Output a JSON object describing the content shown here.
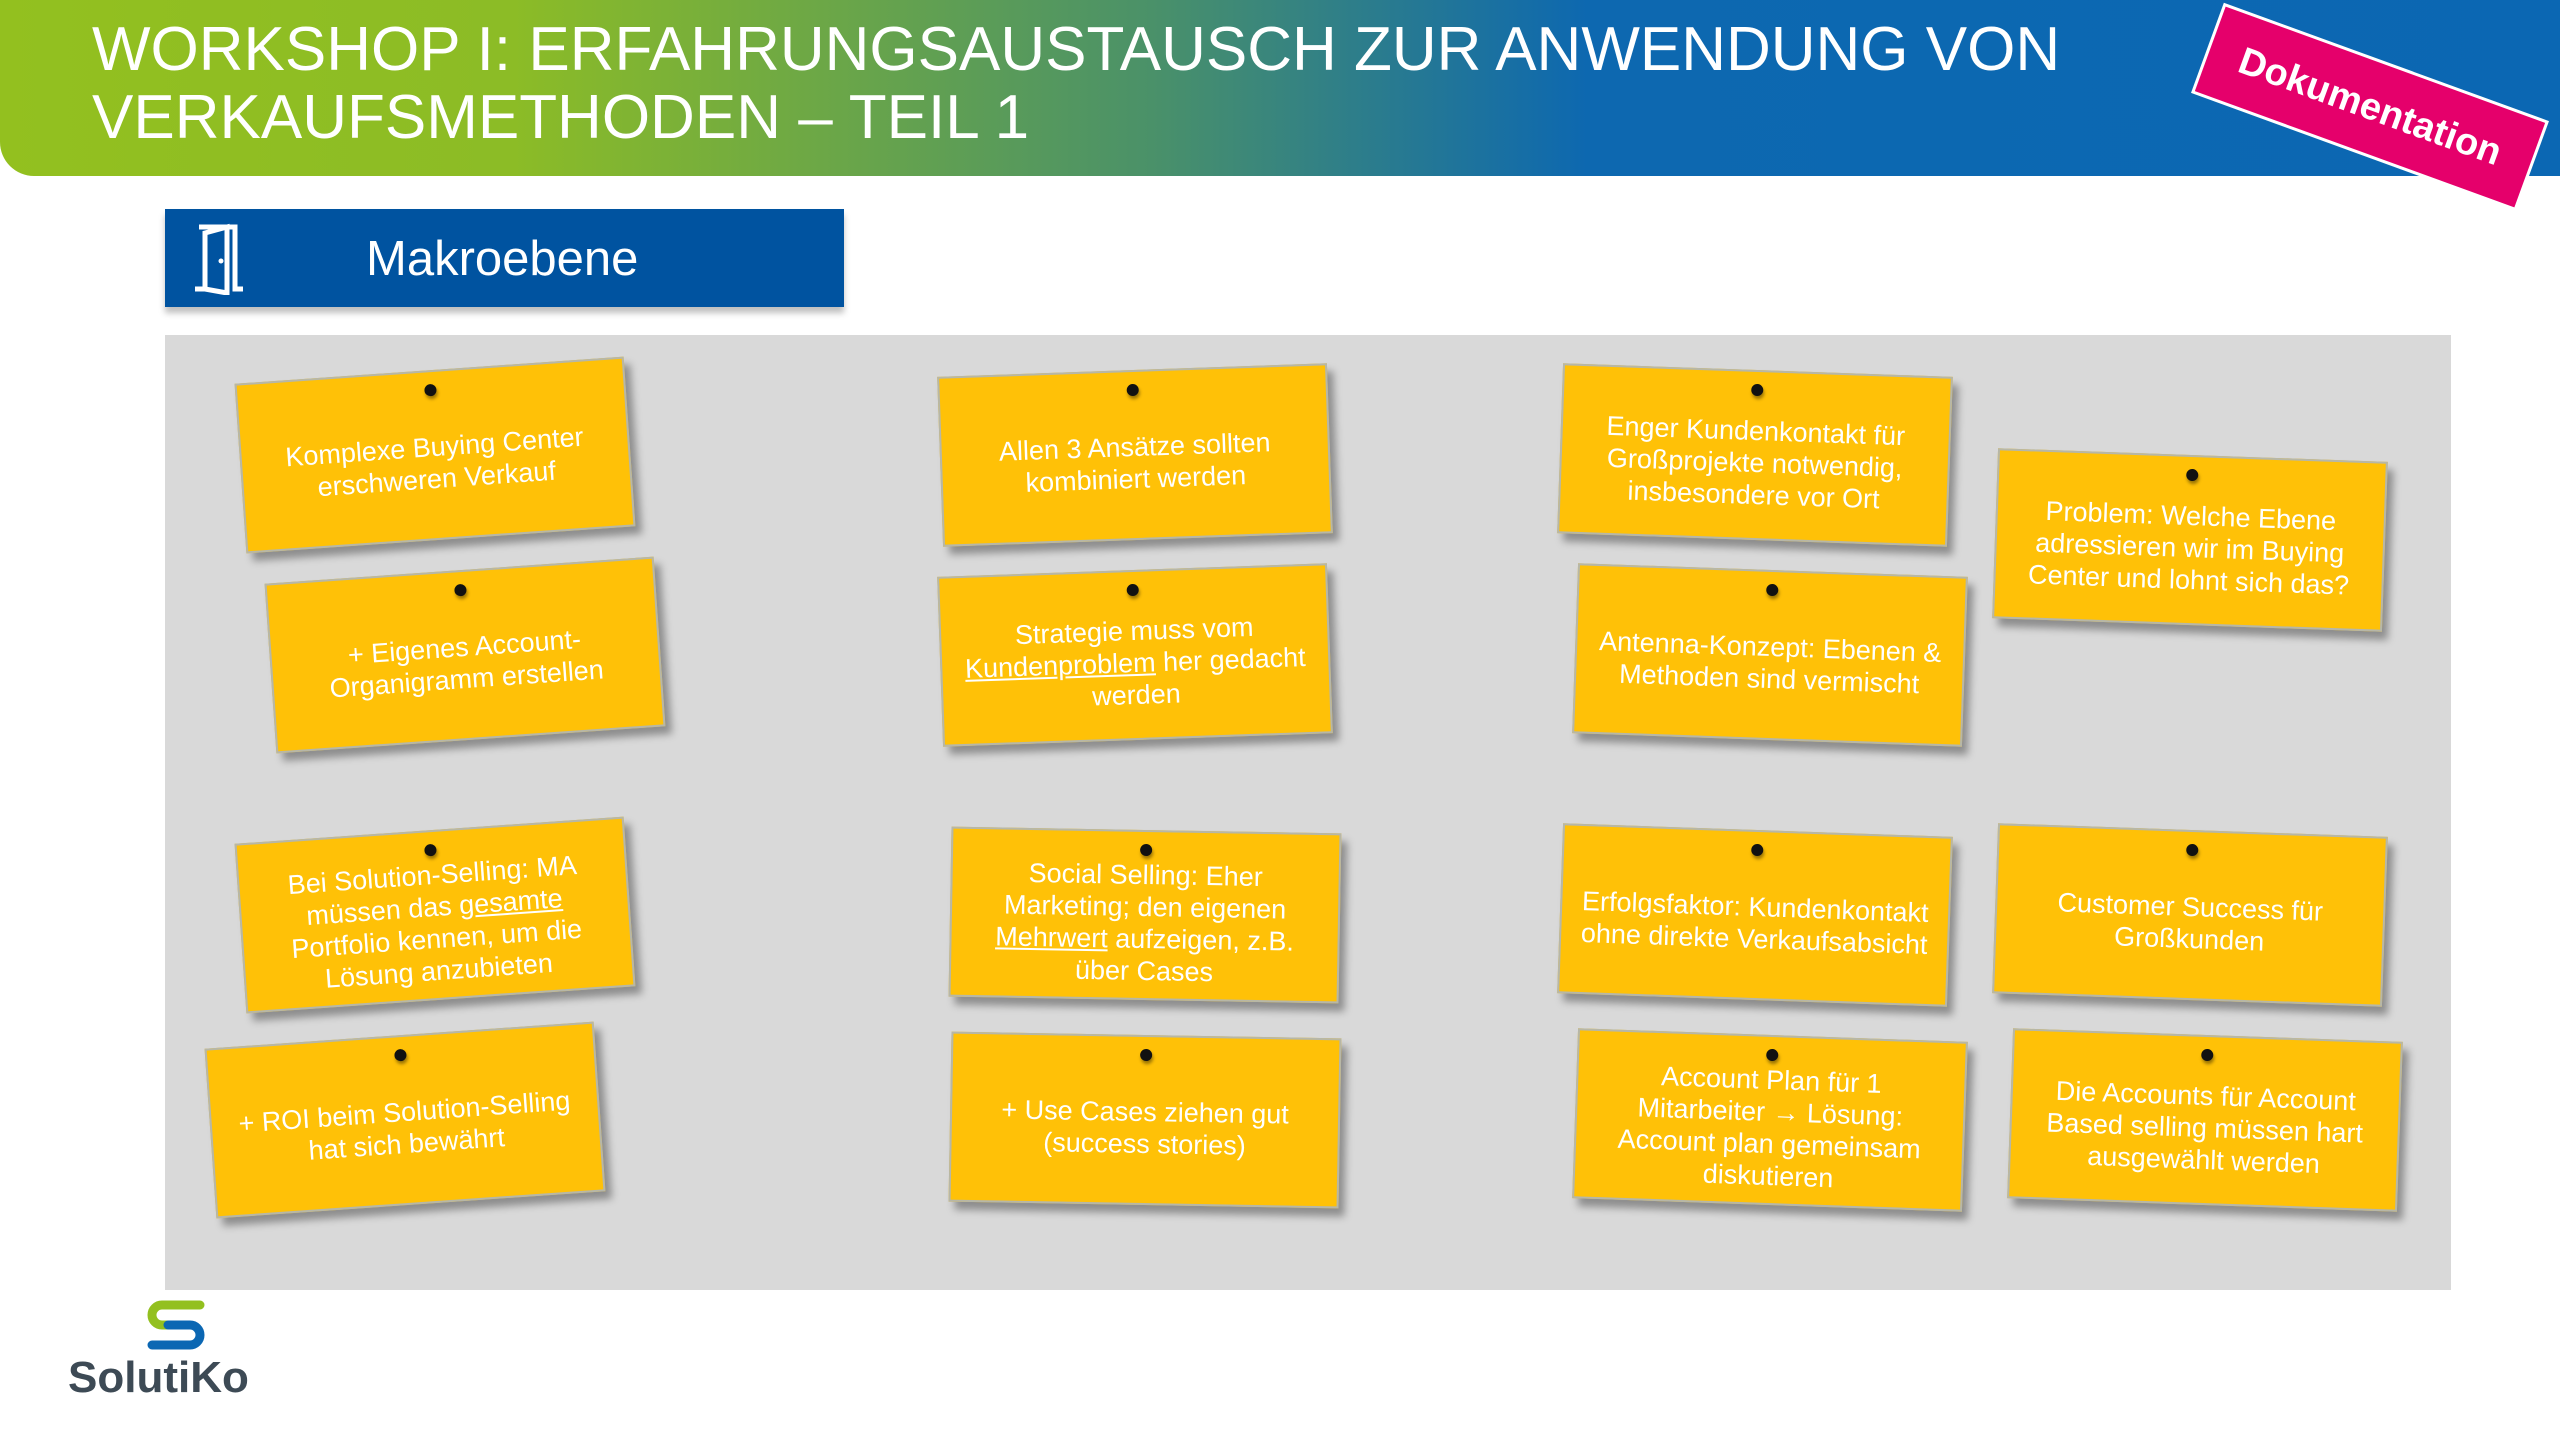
{
  "header": {
    "title_line1": "WORKSHOP I: ERFAHRUNGSAUSTAUSCH ZUR ANWENDUNG VON",
    "title_line2": "VERKAUFSMETHODEN – TEIL 1",
    "ribbon": "Dokumentation",
    "colors": {
      "green": "#93c01f",
      "blue": "#0b67b3",
      "ribbon": "#e5006b"
    }
  },
  "section": {
    "icon": "door-icon",
    "label": "Makroebene"
  },
  "notes": [
    {
      "before": "Komplexe Buying Center erschweren Verkauf",
      "underlined": "",
      "after": ""
    },
    {
      "before": "+ Eigenes Account-Organigramm erstellen",
      "underlined": "",
      "after": ""
    },
    {
      "before": "Allen 3 Ansätze sollten kombiniert werden",
      "underlined": "",
      "after": ""
    },
    {
      "before": "Strategie muss vom ",
      "underlined": "Kundenproblem",
      "after": " her gedacht werden"
    },
    {
      "before": "Enger Kundenkontakt für Großprojekte notwendig, insbesondere vor Ort",
      "underlined": "",
      "after": ""
    },
    {
      "before": "Problem: Welche Ebene adressieren wir im Buying Center und lohnt sich das?",
      "underlined": "",
      "after": ""
    },
    {
      "before": "Antenna-Konzept: Ebenen & Methoden sind vermischt",
      "underlined": "",
      "after": ""
    },
    {
      "before": "Bei Solution-Selling: MA müssen das ",
      "underlined": "gesamte",
      "after": " Portfolio kennen, um die Lösung anzubieten"
    },
    {
      "before": "+ ROI beim Solution-Selling hat sich bewährt",
      "underlined": "",
      "after": ""
    },
    {
      "before": "Social Selling: Eher Marketing; den eigenen ",
      "underlined": "Mehrwert",
      "after": " aufzeigen, z.B. über Cases"
    },
    {
      "before": "+ Use Cases ziehen gut (success stories)",
      "underlined": "",
      "after": ""
    },
    {
      "before": "Erfolgsfaktor: Kundenkontakt ohne direkte Verkaufsabsicht",
      "underlined": "",
      "after": ""
    },
    {
      "before": "Customer Success für Großkunden",
      "underlined": "",
      "after": ""
    },
    {
      "before": "Account Plan für 1 Mitarbeiter → Lösung: Account plan gemeinsam diskutieren",
      "underlined": "",
      "after": ""
    },
    {
      "before": "Die Accounts für Account Based selling müssen hart ausgewählt werden",
      "underlined": "",
      "after": ""
    }
  ],
  "logo": {
    "name": "SolutiKo"
  }
}
